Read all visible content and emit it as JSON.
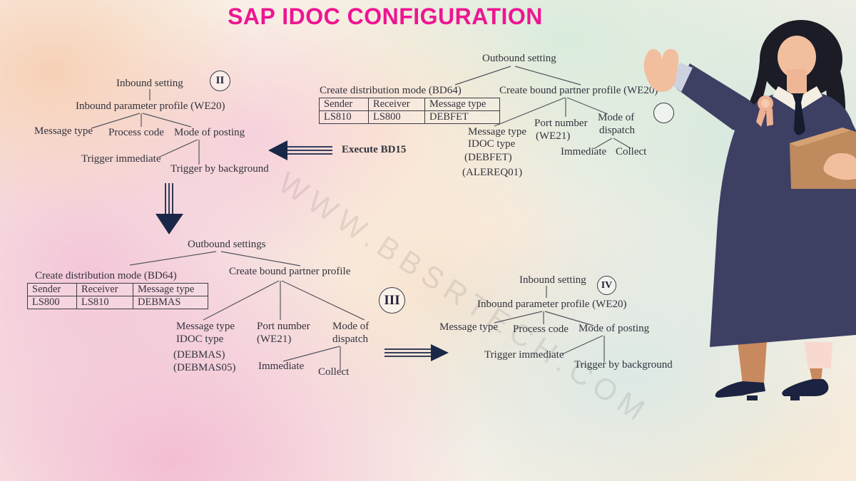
{
  "title": "SAP IDOC CONFIGURATION",
  "watermark": "WWW.BBSRTECH.COM",
  "diagram": {
    "execute_label": "Execute BD15",
    "step1": {
      "root": "Outbound setting",
      "dist": "Create distribution mode (BD64)",
      "table": {
        "headers": [
          "Sender",
          "Receiver",
          "Message type"
        ],
        "row": [
          "LS810",
          "LS800",
          "DEBFET"
        ]
      },
      "partner": "Create bound partner profile (WE20)",
      "msg1": "Message type",
      "msg2": "IDOC type",
      "msg3": "(DEBFET)",
      "msg4": "(ALEREQ01)",
      "port1": "Port number",
      "port2": "(WE21)",
      "mode1": "Mode of",
      "mode2": "dispatch",
      "immediate": "Immediate",
      "collect": "Collect"
    },
    "step2": {
      "badge": "II",
      "root": "Inbound setting",
      "profile": "Inbound parameter profile (WE20)",
      "msgtype": "Message type",
      "proccode": "Process code",
      "modeposting": "Mode of posting",
      "trigimm": "Trigger immediate",
      "trigbg": "Trigger by background"
    },
    "step3": {
      "badge": "III",
      "root": "Outbound settings",
      "dist": "Create distribution mode (BD64)",
      "table": {
        "headers": [
          "Sender",
          "Receiver",
          "Message type"
        ],
        "row": [
          "LS800",
          "LS810",
          "DEBMAS"
        ]
      },
      "partner": "Create bound partner profile",
      "msg1": "Message type",
      "msg2": "IDOC type",
      "msg3": "(DEBMAS)",
      "msg4": "(DEBMAS05)",
      "port1": "Port number",
      "port2": "(WE21)",
      "mode1": "Mode of",
      "mode2": "dispatch",
      "immediate": "Immediate",
      "collect": "Collect"
    },
    "step4": {
      "badge": "IV",
      "root": "Inbound setting",
      "profile": "Inbound parameter profile (WE20)",
      "msgtype": "Message type",
      "proccode": "Process code",
      "modeposting": "Mode of posting",
      "trigimm": "Trigger immediate",
      "trigbg": "Trigger by background"
    }
  }
}
